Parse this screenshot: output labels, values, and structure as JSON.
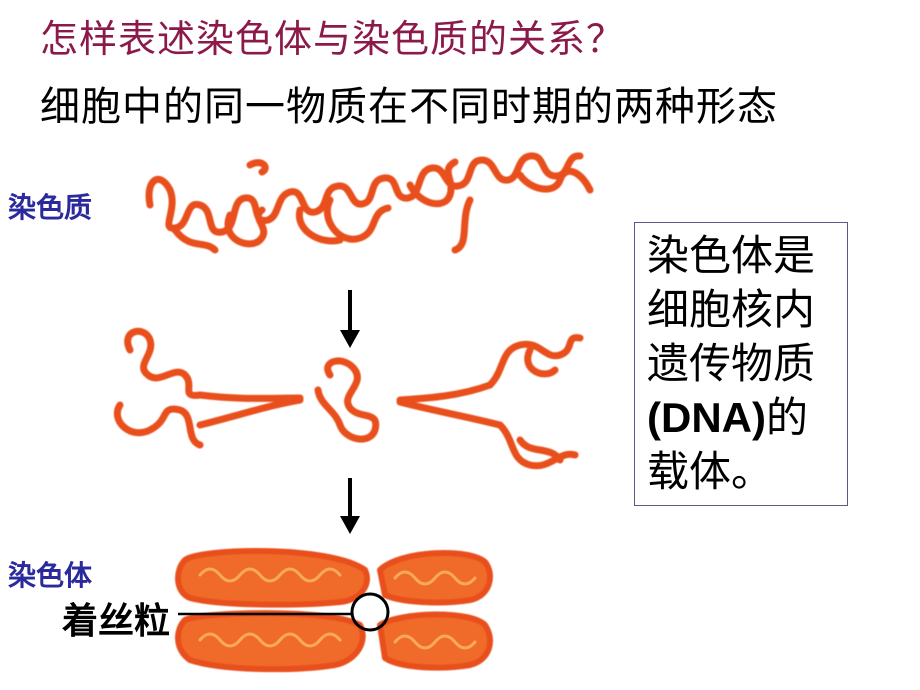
{
  "title": "怎样表述染色体与染色质的关系？",
  "subtitle": "细胞中的同一物质在不同时期的两种形态",
  "labels": {
    "chromatin": "染色质",
    "chromosome": "染色体",
    "centromere": "着丝粒"
  },
  "definition": {
    "line1": "染色体是",
    "line2": "细胞核内",
    "line3": "遗传物质",
    "line4_bold": "(DNA)",
    "line4_rest": "的",
    "line5": "载体。"
  },
  "colors": {
    "title": "#8b1a4a",
    "label": "#2a2a9c",
    "strand": "#e8501a",
    "strand_edge": "#f08a3a"
  }
}
